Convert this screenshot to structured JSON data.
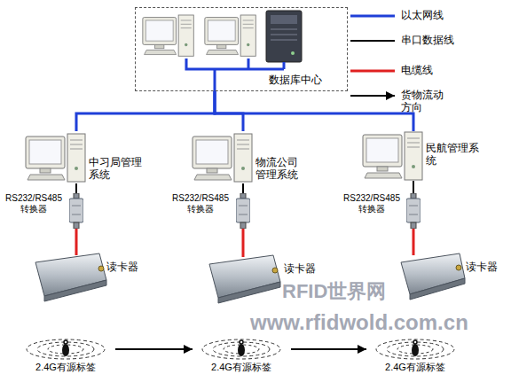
{
  "diagram": {
    "nodes": [
      {
        "text": [
          "数据库中心"
        ]
      },
      {
        "text": [
          "中习局管理系统"
        ]
      },
      {
        "text": [
          "物流公司管理系统"
        ]
      },
      {
        "text": [
          "民航管理系统"
        ]
      },
      {
        "text": [
          "RS232/RS485 转换器"
        ]
      },
      {
        "text": [
          "RS232/RS485 转换器"
        ]
      },
      {
        "text": [
          "RS232/RS485 转换器"
        ]
      },
      {
        "text": [
          "读卡器"
        ]
      },
      {
        "text": [
          "读卡器"
        ]
      },
      {
        "text": [
          "读卡器"
        ]
      },
      {
        "text": [
          "2.4G有源标签"
        ]
      },
      {
        "text": [
          "2.4G有源标签"
        ]
      },
      {
        "text": [
          "2.4G有源标签"
        ]
      }
    ],
    "edges": [
      {
        "from": 0,
        "to": 1,
        "arrow": "none"
      },
      {
        "from": 0,
        "to": 2,
        "arrow": "none"
      },
      {
        "from": 0,
        "to": 3,
        "arrow": "none"
      },
      {
        "from": 1,
        "to": 4,
        "arrow": "none"
      },
      {
        "from": 2,
        "to": 5,
        "arrow": "none"
      },
      {
        "from": 3,
        "to": 6,
        "arrow": "none"
      },
      {
        "from": 4,
        "to": 7,
        "arrow": "none"
      },
      {
        "from": 5,
        "to": 8,
        "arrow": "none"
      },
      {
        "from": 6,
        "to": 9,
        "arrow": "none"
      },
      {
        "from": 10,
        "to": 11,
        "arrow": "to"
      },
      {
        "from": 11,
        "to": 12,
        "arrow": "to"
      }
    ],
    "labels": [
      "RFID世界网",
      "www.rfidwold.com.cn"
    ],
    "legend": [
      {
        "text": "以太网线"
      },
      {
        "text": "串口数据线"
      },
      {
        "text": "电缆线"
      },
      {
        "text": "货物流动方向"
      }
    ]
  }
}
